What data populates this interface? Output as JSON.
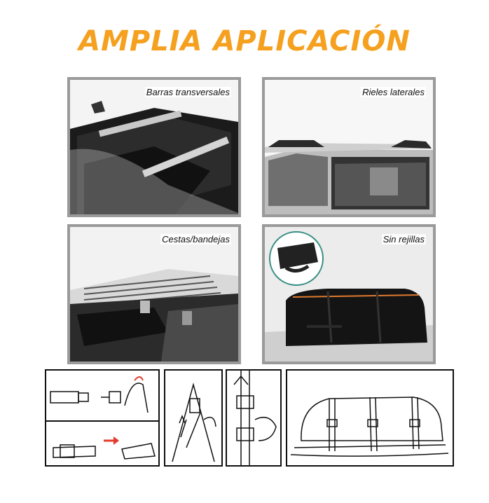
{
  "title": "AMPLIA APLICACIÓN",
  "panels": [
    {
      "label": "Barras transversales"
    },
    {
      "label": "Rieles laterales"
    },
    {
      "label": "Cestas/bandejas"
    },
    {
      "label": "Sin rejillas"
    }
  ],
  "colors": {
    "accent": "#f5a01e",
    "panel_border": "#9a9a9a"
  },
  "diagrams": [
    {
      "name": "buckle-clip-instruction"
    },
    {
      "name": "strap-pull-instruction"
    },
    {
      "name": "strap-tighten-instruction"
    },
    {
      "name": "car-with-mounted-bag"
    }
  ]
}
